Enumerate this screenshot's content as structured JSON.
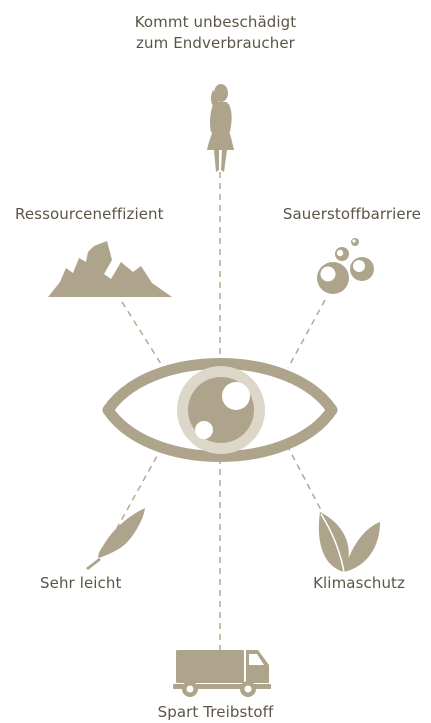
{
  "diagram": {
    "top": {
      "line1": "Kommt unbeschädigt",
      "line2": "zum Endverbraucher",
      "icon": "woman-silhouette-icon"
    },
    "upper_left": {
      "label": "Ressourceneffizient",
      "icon": "rocks-icon"
    },
    "upper_right": {
      "label": "Sauerstoffbarriere",
      "icon": "bubbles-icon"
    },
    "lower_left": {
      "label": "Sehr leicht",
      "icon": "feather-icon"
    },
    "lower_right": {
      "label": "Klimaschutz",
      "icon": "leaves-icon"
    },
    "bottom": {
      "label": "Spart Treibstoff",
      "icon": "truck-icon"
    },
    "center": {
      "icon": "eye-icon"
    }
  },
  "colors": {
    "primary": "#aea48c",
    "light": "#ddd7c9",
    "text": "#5c5547",
    "background": "#ffffff"
  }
}
